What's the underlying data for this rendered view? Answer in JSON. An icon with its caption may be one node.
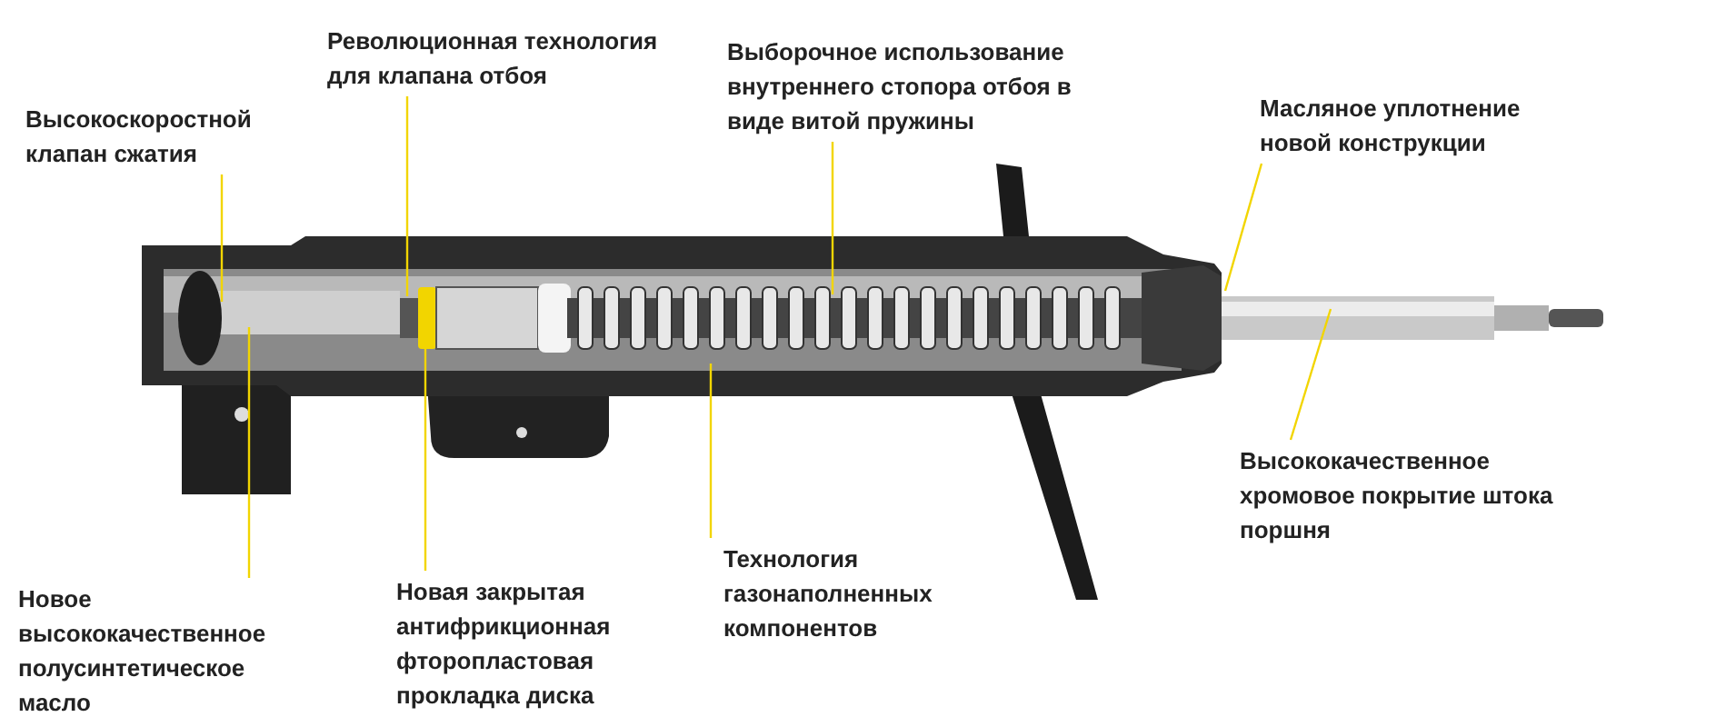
{
  "diagram": {
    "nodes": [
      {
        "text": [
          "Высокоскоростной клапан сжатия"
        ]
      },
      {
        "text": [
          "Революционная технология для клапана отбоя"
        ]
      },
      {
        "text": [
          "Выборочное использование внутреннего стопора отбоя в виде витой пружины"
        ]
      },
      {
        "text": [
          "Масляное уплотнение новой конструкции"
        ]
      },
      {
        "text": [
          "Высококачественное хромовое покрытие штока поршня"
        ]
      },
      {
        "text": [
          "Новое высококачественное полусинтетическое масло"
        ]
      },
      {
        "text": [
          "Новая закрытая антифрикционная фторопластовая прокладка диска"
        ]
      },
      {
        "text": [
          "Технология газонаполненных компонентов"
        ]
      }
    ],
    "edges": [
      {
        "from": 0,
        "to": null,
        "arrow": "none"
      },
      {
        "from": 1,
        "to": null,
        "arrow": "none"
      },
      {
        "from": 2,
        "to": null,
        "arrow": "none"
      },
      {
        "from": 3,
        "to": null,
        "arrow": "none"
      },
      {
        "from": 4,
        "to": null,
        "arrow": "none"
      },
      {
        "from": 5,
        "to": null,
        "arrow": "none"
      },
      {
        "from": 6,
        "to": null,
        "arrow": "none"
      },
      {
        "from": 7,
        "to": null,
        "arrow": "none"
      }
    ]
  }
}
